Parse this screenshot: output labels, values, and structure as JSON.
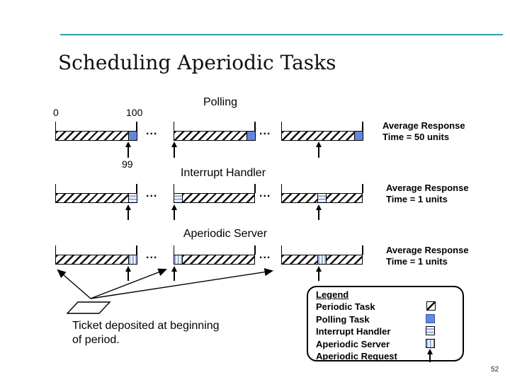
{
  "slide": {
    "title": "Scheduling Aperiodic Tasks",
    "page_number": "52"
  },
  "colors": {
    "accent_rule": "#2f9fae",
    "polling_blue": "#6487dd",
    "stripe_blue": "#9fb3e2"
  },
  "diagram": {
    "ellipsis": "...",
    "rows": [
      {
        "title": "Polling",
        "tick_start_label": "0",
        "tick_end_label": "100",
        "request_label": "99",
        "response_line1": "Average Response",
        "response_line2": "Time = 50 units"
      },
      {
        "title": "Interrupt Handler",
        "response_line1": "Average Response",
        "response_line2": "Time = 1 units"
      },
      {
        "title": "Aperiodic Server",
        "response_line1": "Average Response",
        "response_line2": "Time = 1 units"
      }
    ],
    "caption_line1": "Ticket deposited at beginning",
    "caption_line2": "of period."
  },
  "legend": {
    "title": "Legend",
    "items": [
      {
        "label": "Periodic Task"
      },
      {
        "label": "Polling Task"
      },
      {
        "label": "Interrupt Handler"
      },
      {
        "label": "Aperiodic Server"
      },
      {
        "label": "Aperiodic Request"
      }
    ]
  }
}
